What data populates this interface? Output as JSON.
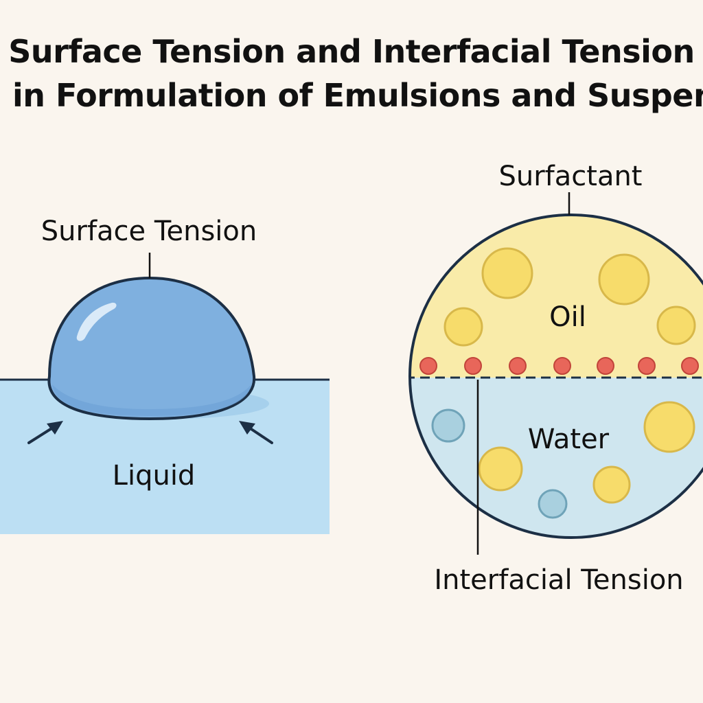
{
  "title": {
    "line1": "Surface Tension and Interfacial Tension",
    "line2": "in Formulation of Emulsions and Suspensi"
  },
  "left_panel": {
    "surface_tension_label": "Surface Tension",
    "liquid_label": "Liquid"
  },
  "right_panel": {
    "surfactant_label": "Surfactant",
    "oil_label": "Oil",
    "water_label": "Water",
    "interfacial_tension_label": "Interfacial Tension"
  },
  "colors": {
    "background": "#faf5ee",
    "liquid": "#bcdff3",
    "droplet": "#7fb0df",
    "oil_phase": "#f9eba9",
    "water_phase": "#cfe6ef",
    "oil_droplet": "#f7dc6b",
    "water_droplet": "#a9d0df",
    "surfactant": "#e8665a",
    "outline": "#1c2f45"
  }
}
